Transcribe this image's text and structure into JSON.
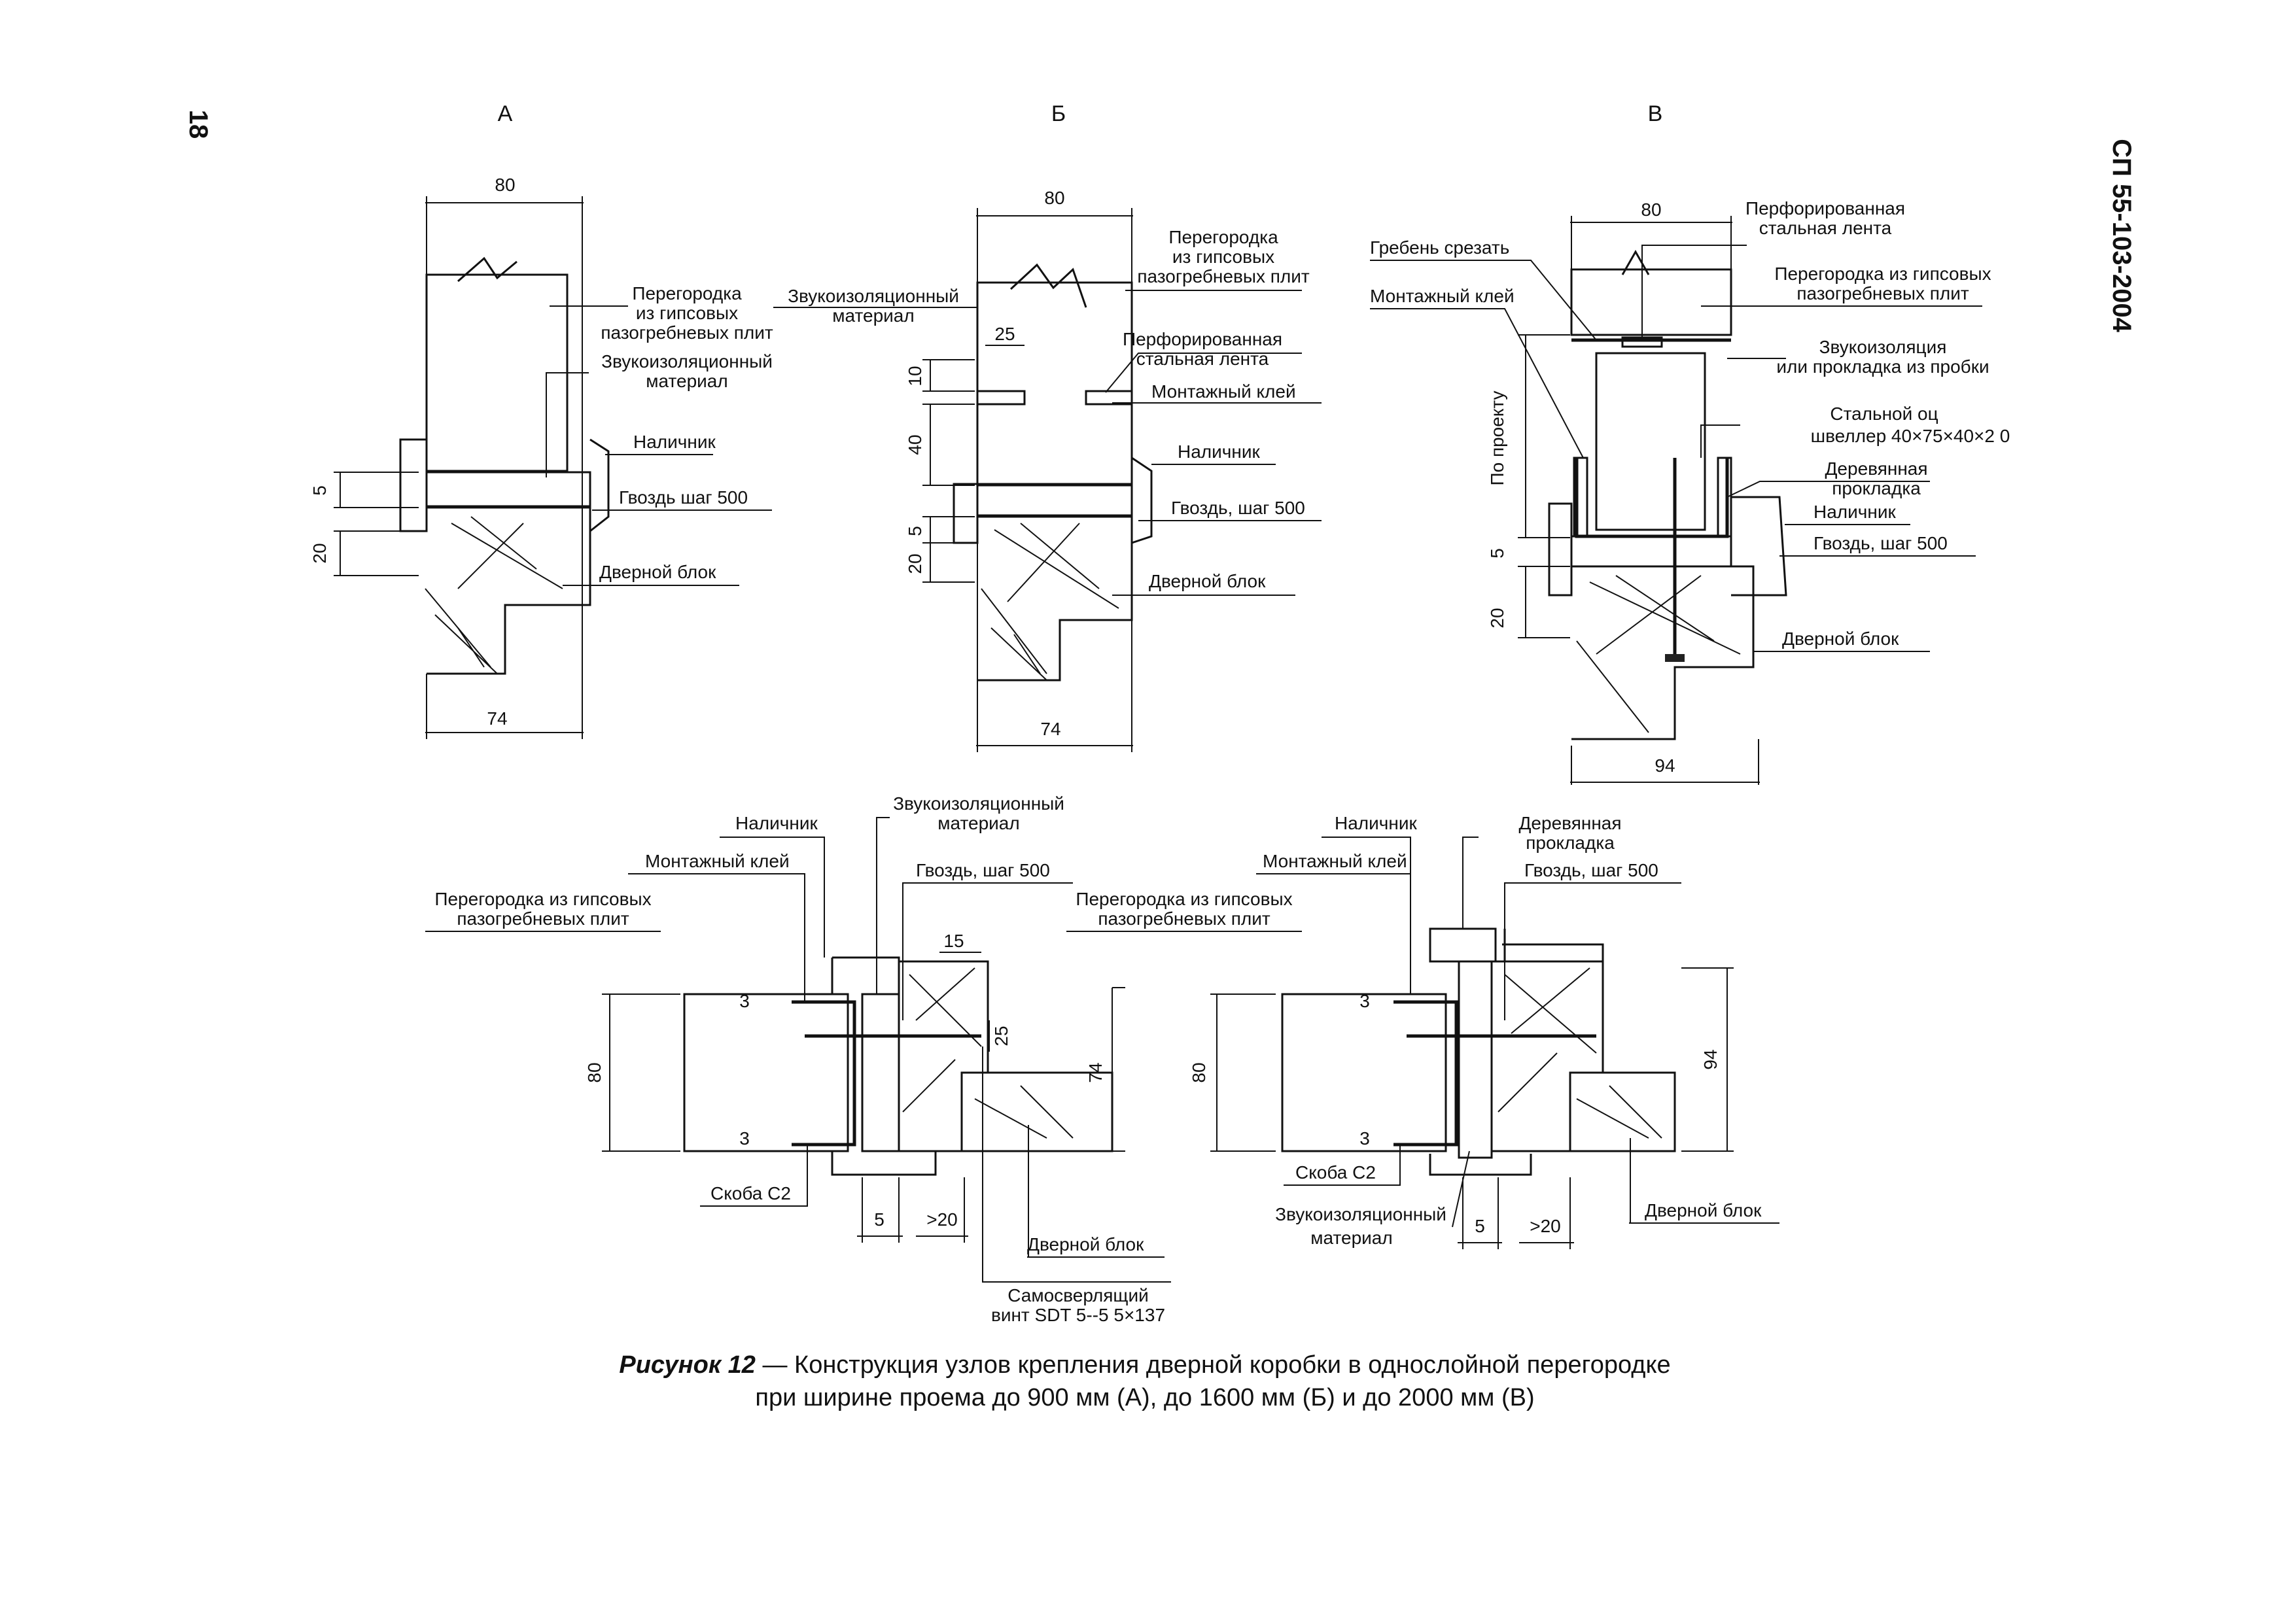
{
  "page": {
    "number": "18",
    "doc_code": "СП 55-103-2004"
  },
  "figure": {
    "caption_label": "Рисунок 12",
    "caption_line1": " — Конструкция узлов крепления дверной коробки в однослойной перегородке",
    "caption_line2": "при ширине проема до 900 мм (А), до 1600 мм (Б) и до 2000 мм (В)"
  },
  "panels": {
    "a": {
      "letter": "А",
      "dims": {
        "top": "80",
        "bottom": "74",
        "d5": "5",
        "d20": "20"
      },
      "labels": {
        "partition": [
          "Перегородка",
          "из гипсовых",
          "пазогребневых плит"
        ],
        "sound": [
          "Звукоизоляционный",
          "материал"
        ],
        "casing": "Наличник",
        "nail": "Гвоздь  шаг 500",
        "door": "Дверной блок"
      }
    },
    "b": {
      "letter": "Б",
      "dims": {
        "top": "80",
        "bottom": "74",
        "d25": "25",
        "d10": "10",
        "d40": "40",
        "d5": "5",
        "d20": "20"
      },
      "labels": {
        "partition": [
          "Перегородка",
          "из гипсовых",
          "пазогребневых плит"
        ],
        "sound": [
          "Звукоизоляционный",
          "материал"
        ],
        "tape": [
          "Перфорированная",
          "стальная лента"
        ],
        "glue": "Монтажный клей",
        "casing": "Наличник",
        "nail": "Гвоздь, шаг 500",
        "door": "Дверной блок"
      }
    },
    "c": {
      "letter": "В",
      "dims": {
        "top": "80",
        "bottom": "94",
        "side": "По проекту",
        "d5": "5",
        "d20": "20"
      },
      "labels": {
        "tape": [
          "Перфорированная",
          "стальная лента"
        ],
        "comb": "Гребень срезать",
        "partition": [
          "Перегородка из гипсовых",
          "пазогребневых плит"
        ],
        "glue": "Монтажный клей",
        "sound": [
          "Звукоизоляция",
          "или прокладка из пробки"
        ],
        "channel": [
          "Стальной оц",
          "швеллер 40×75×40×2 0"
        ],
        "wood": [
          "Деревянная",
          "прокладка"
        ],
        "casing": "Наличник",
        "nail": "Гвоздь, шаг 500",
        "door": "Дверной блок"
      }
    },
    "d": {
      "dims": {
        "w80": "80",
        "w74": "74",
        "d15": "15",
        "d25": "25",
        "d3a": "3",
        "d3b": "3",
        "d5": "5",
        "d20": ">20"
      },
      "labels": {
        "casing": "Наличник",
        "sound": [
          "Звукоизоляционный",
          "материал"
        ],
        "glue": "Монтажный клей",
        "nail": "Гвоздь, шаг 500",
        "partition": [
          "Перегородка из гипсовых",
          "пазогребневых плит"
        ],
        "bracket": "Скоба С2",
        "door": "Дверной блок",
        "screw": [
          "Самосверлящий",
          "винт SDT 5--5 5×137"
        ]
      }
    },
    "e": {
      "dims": {
        "w80": "80",
        "w94": "94",
        "d3a": "3",
        "d3b": "3",
        "d5": "5",
        "d20": ">20"
      },
      "labels": {
        "casing": "Наличник",
        "wood": [
          "Деревянная",
          "прокладка"
        ],
        "glue": "Монтажный клей",
        "nail": "Гвоздь, шаг 500",
        "partition": [
          "Перегородка из гипсовых",
          "пазогребневых плит"
        ],
        "bracket": "Скоба С2",
        "sound": [
          "Звукоизоляционный",
          "материал"
        ],
        "door": "Дверной блок"
      }
    }
  }
}
